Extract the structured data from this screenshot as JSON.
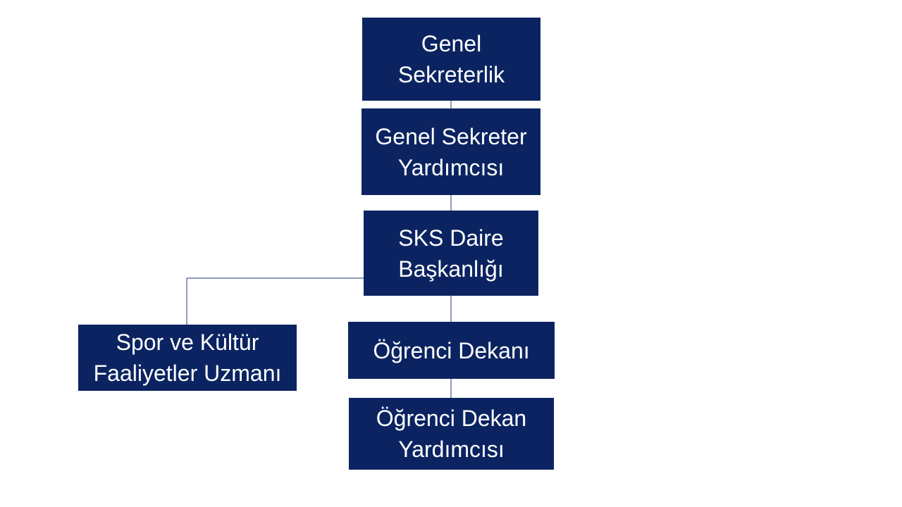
{
  "org_chart": {
    "nodes": [
      {
        "id": "genel-sekreterlik",
        "lines": [
          "Genel",
          "Sekreterlik"
        ]
      },
      {
        "id": "genel-sekreter-yardimcisi",
        "lines": [
          "Genel Sekreter",
          "Yardımcısı"
        ]
      },
      {
        "id": "sks-daire-baskanligi",
        "lines": [
          "SKS Daire",
          "Başkanlığı"
        ]
      },
      {
        "id": "spor-ve-kultur-faaliyetler-uzmani",
        "lines": [
          "Spor ve Kültür",
          "Faaliyetler Uzmanı"
        ]
      },
      {
        "id": "ogrenci-dekani",
        "lines": [
          "Öğrenci Dekanı"
        ]
      },
      {
        "id": "ogrenci-dekan-yardimcisi",
        "lines": [
          "Öğrenci Dekan",
          "Yardımcısı"
        ]
      }
    ],
    "edges": [
      {
        "from": "genel-sekreterlik",
        "to": "genel-sekreter-yardimcisi"
      },
      {
        "from": "genel-sekreter-yardimcisi",
        "to": "sks-daire-baskanligi"
      },
      {
        "from": "sks-daire-baskanligi",
        "to": "spor-ve-kultur-faaliyetler-uzmani"
      },
      {
        "from": "sks-daire-baskanligi",
        "to": "ogrenci-dekani"
      },
      {
        "from": "ogrenci-dekani",
        "to": "ogrenci-dekan-yardimcisi"
      }
    ],
    "colors": {
      "box_fill": "#0b2461",
      "box_text": "#ffffff",
      "connector": "#4a5d8c",
      "background": "#ffffff"
    }
  }
}
